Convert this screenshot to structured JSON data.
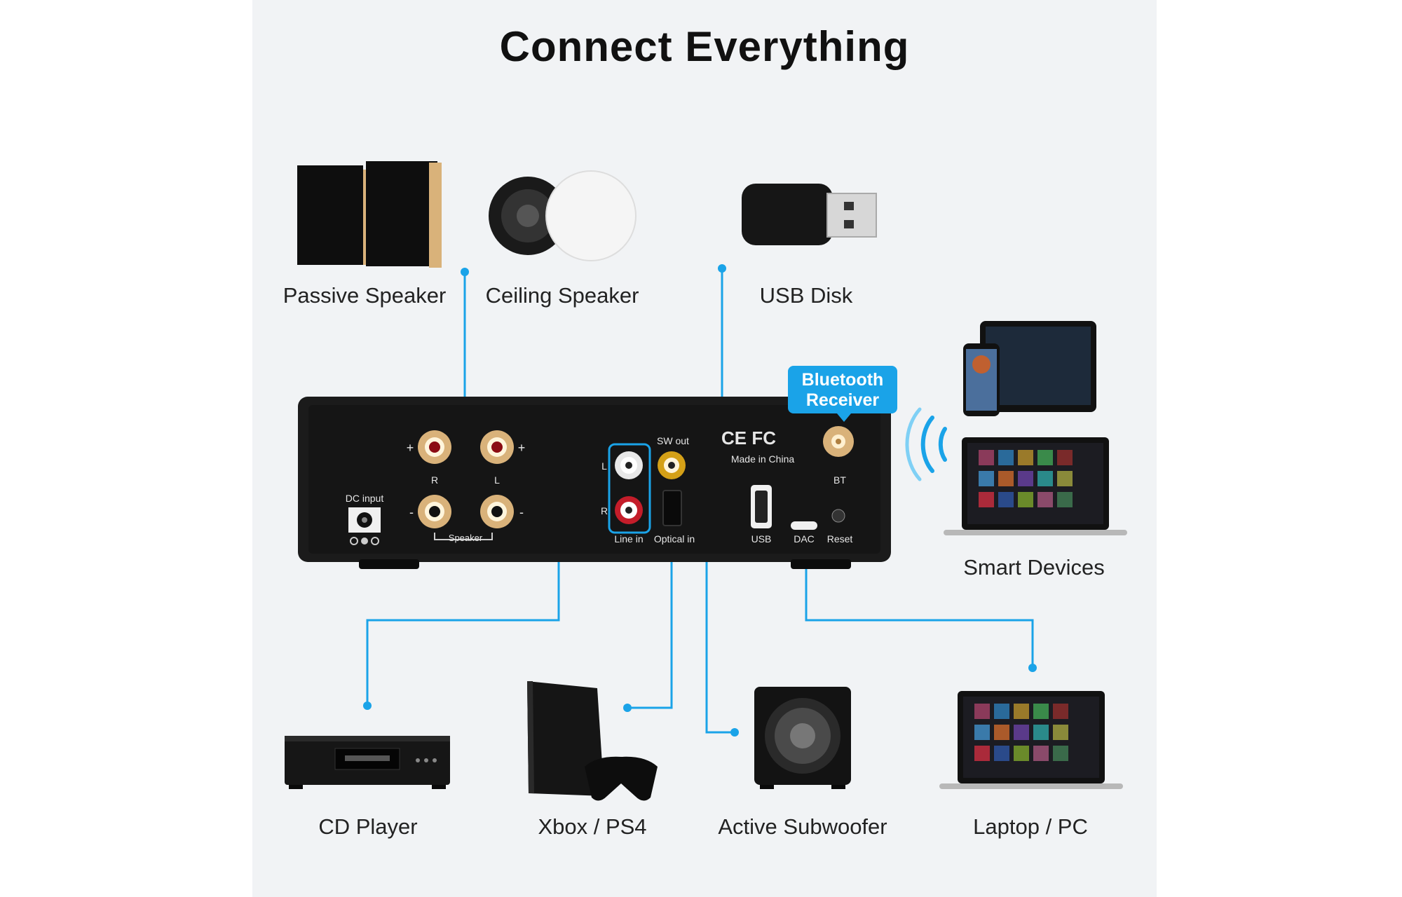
{
  "title": "Connect Everything",
  "accent_color": "#1aa3e8",
  "devices": {
    "passive_speaker": "Passive Speaker",
    "ceiling_speaker": "Ceiling Speaker",
    "usb_disk": "USB Disk",
    "smart_devices": "Smart Devices",
    "cd_player": "CD Player",
    "console": "Xbox / PS4",
    "subwoofer": "Active Subwoofer",
    "laptop": "Laptop / PC"
  },
  "bluetooth_badge": {
    "line1": "Bluetooth",
    "line2": "Receiver"
  },
  "amp_labels": {
    "dc_input": "DC input",
    "speaker": "Speaker",
    "r": "R",
    "l": "L",
    "plus": "+",
    "minus": "-",
    "line_in": "Line in",
    "optical_in": "Optical in",
    "sw_out": "SW out",
    "made_in": "Made in China",
    "cert": "CE FC",
    "usb": "USB",
    "dac": "DAC",
    "reset": "Reset",
    "bt": "BT"
  }
}
